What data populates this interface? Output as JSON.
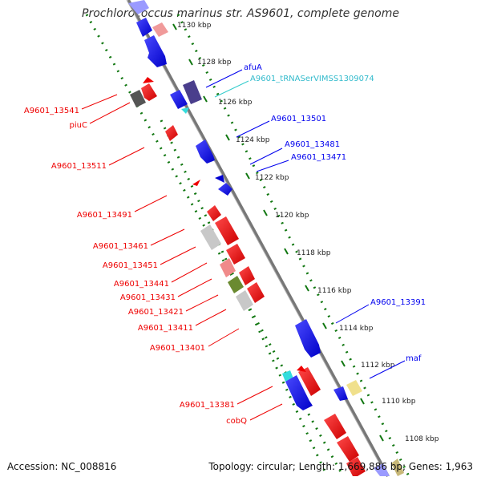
{
  "title": "Prochlorococcus marinus str. AS9601, complete genome",
  "footer": {
    "accession": "Accession: NC_008816",
    "topology": "Topology: circular; Length: 1,669,886 bp; Genes: 1,963"
  },
  "colors": {
    "forward": "#0000ee",
    "reverse": "#ee0000",
    "trna": "#33dddd",
    "track_dots": "#117711",
    "backbone": "#8a8a8a"
  },
  "ticks": [
    "1130 kbp",
    "1128 kbp",
    "1126 kbp",
    "1124 kbp",
    "1122 kbp",
    "1120 kbp",
    "1118 kbp",
    "1116 kbp",
    "1114 kbp",
    "1112 kbp",
    "1110 kbp",
    "1108 kbp"
  ],
  "forward_labels": [
    "afuA",
    "A9601_tRNASerVIMSS1309074",
    "A9601_13501",
    "A9601_13481",
    "A9601_13471",
    "A9601_13391",
    "maf"
  ],
  "reverse_labels": [
    "A9601_13541",
    "piuC",
    "A9601_13511",
    "A9601_13491",
    "A9601_13461",
    "A9601_13451",
    "A9601_13441",
    "A9601_13431",
    "A9601_13421",
    "A9601_13411",
    "A9601_13401",
    "A9601_13381",
    "cobQ"
  ]
}
